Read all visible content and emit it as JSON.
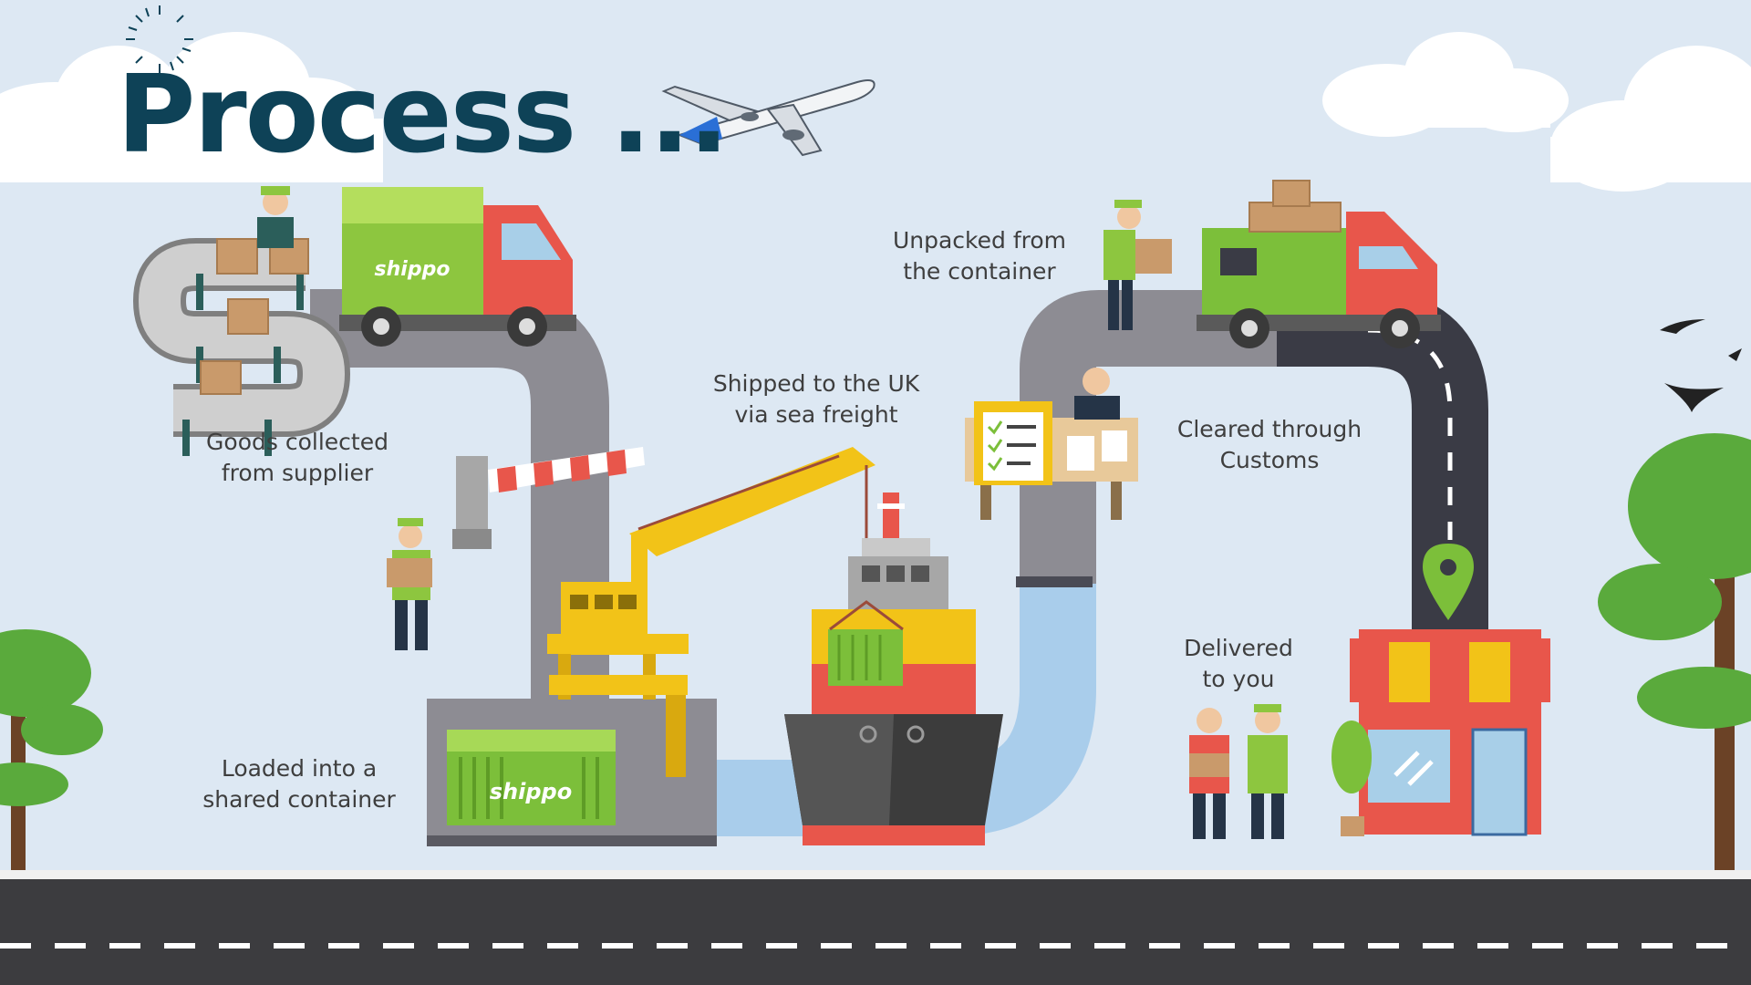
{
  "title": "Process ...",
  "steps": [
    {
      "label": "Goods collected\nfrom supplier"
    },
    {
      "label": "Loaded into a\nshared container"
    },
    {
      "label": "Shipped to the UK\nvia sea freight"
    },
    {
      "label": "Unpacked from\nthe container"
    },
    {
      "label": "Cleared through\nCustoms"
    },
    {
      "label": "Delivered\nto you"
    }
  ],
  "brand": {
    "truck_logo": "shippo",
    "container_logo": "shippo"
  },
  "colors": {
    "sky": "#dde8f3",
    "title": "#0e4257",
    "road_grey": "#8d8c93",
    "road_dark": "#3a3b45",
    "water": "#a9cdeb",
    "truck_green": "#8dc63f",
    "truck_red": "#e8564b",
    "crane_yellow": "#f2c318",
    "box_brown": "#c99a6b",
    "label_text": "#3e3e3e",
    "street": "#3c3c3f"
  }
}
